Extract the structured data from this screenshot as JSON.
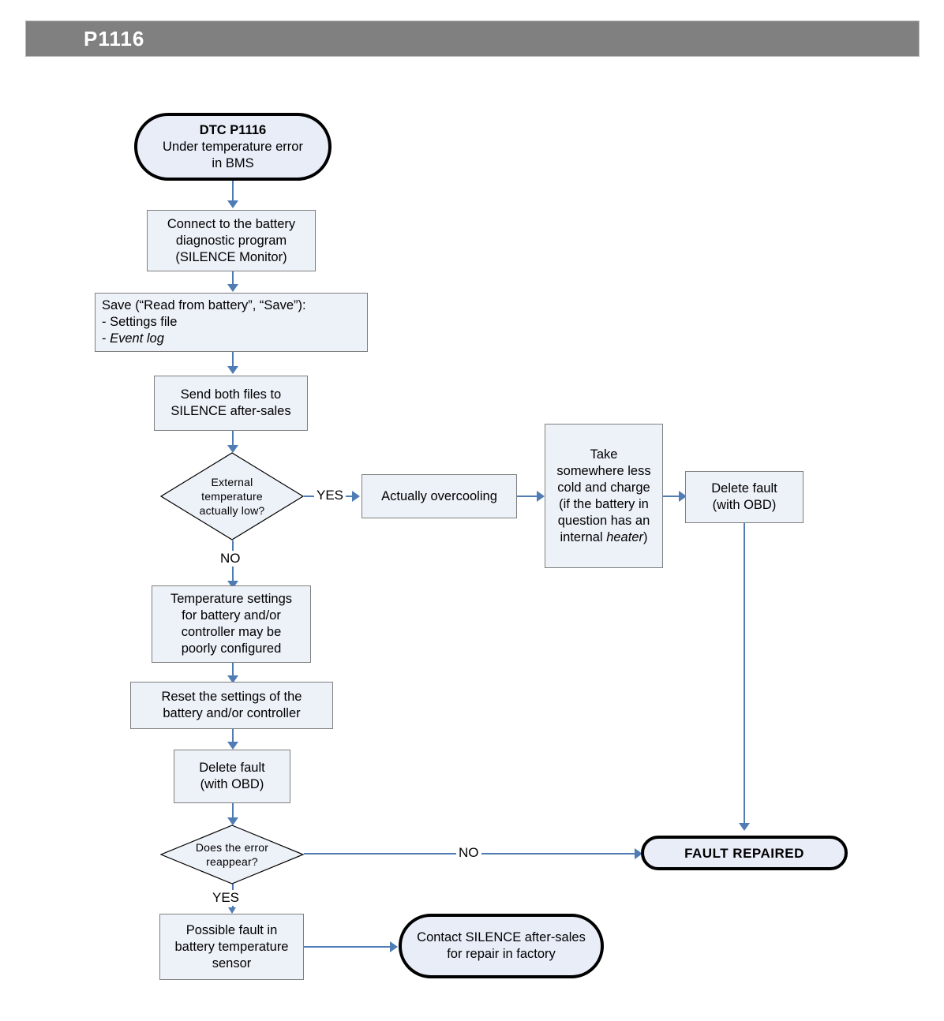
{
  "header": {
    "title": "P1116"
  },
  "flowchart": {
    "nodes": {
      "start": {
        "line1": "DTC P1116",
        "line2": "Under temperature error",
        "line3": "in BMS"
      },
      "connect": {
        "line1": "Connect to the battery",
        "line2": "diagnostic program",
        "line3": "(SILENCE Monitor)"
      },
      "save": {
        "line1": "Save (“Read from battery”, “Save”):",
        "line2": "- Settings file",
        "line3_prefix": "- ",
        "line3_italic": "Event log"
      },
      "send_files": {
        "line1": "Send both files to",
        "line2": "SILENCE after-sales"
      },
      "decision_temp": {
        "line1": "External",
        "line2": "temperature",
        "line3": "actually low?"
      },
      "overcooling": {
        "line1": "Actually overcooling"
      },
      "take_somewhere": {
        "line1": "Take",
        "line2": "somewhere less",
        "line3": "cold and charge",
        "line4": "(if the battery in",
        "line5": "question has an",
        "line6_prefix": "internal ",
        "line6_italic": "heater",
        "line6_suffix": ")"
      },
      "delete_fault_right": {
        "line1": "Delete fault",
        "line2": "(with OBD)"
      },
      "temp_settings": {
        "line1": "Temperature settings",
        "line2": "for battery and/or",
        "line3": "controller may be",
        "line4": "poorly configured"
      },
      "reset_settings": {
        "line1": "Reset the settings of the",
        "line2": "battery and/or controller"
      },
      "delete_fault_left": {
        "line1": "Delete fault",
        "line2": "(with OBD)"
      },
      "decision_reappear": {
        "line1": "Does the error",
        "line2": "reappear?"
      },
      "possible_fault": {
        "line1": "Possible fault in",
        "line2": "battery temperature",
        "line3": "sensor"
      },
      "fault_repaired": {
        "line1": "FAULT REPAIRED"
      },
      "contact_silence": {
        "line1": "Contact SILENCE after-sales",
        "line2": "for repair in factory"
      }
    },
    "edge_labels": {
      "temp_yes": "YES",
      "temp_no": "NO",
      "reappear_no": "NO",
      "reappear_yes": "YES"
    },
    "colors": {
      "header_bar": "#808080",
      "header_text": "#ffffff",
      "node_fill": "#edf1f8",
      "node_border": "#7f7f7f",
      "terminator_border": "#000000",
      "connector": "#4f7cb5"
    }
  }
}
